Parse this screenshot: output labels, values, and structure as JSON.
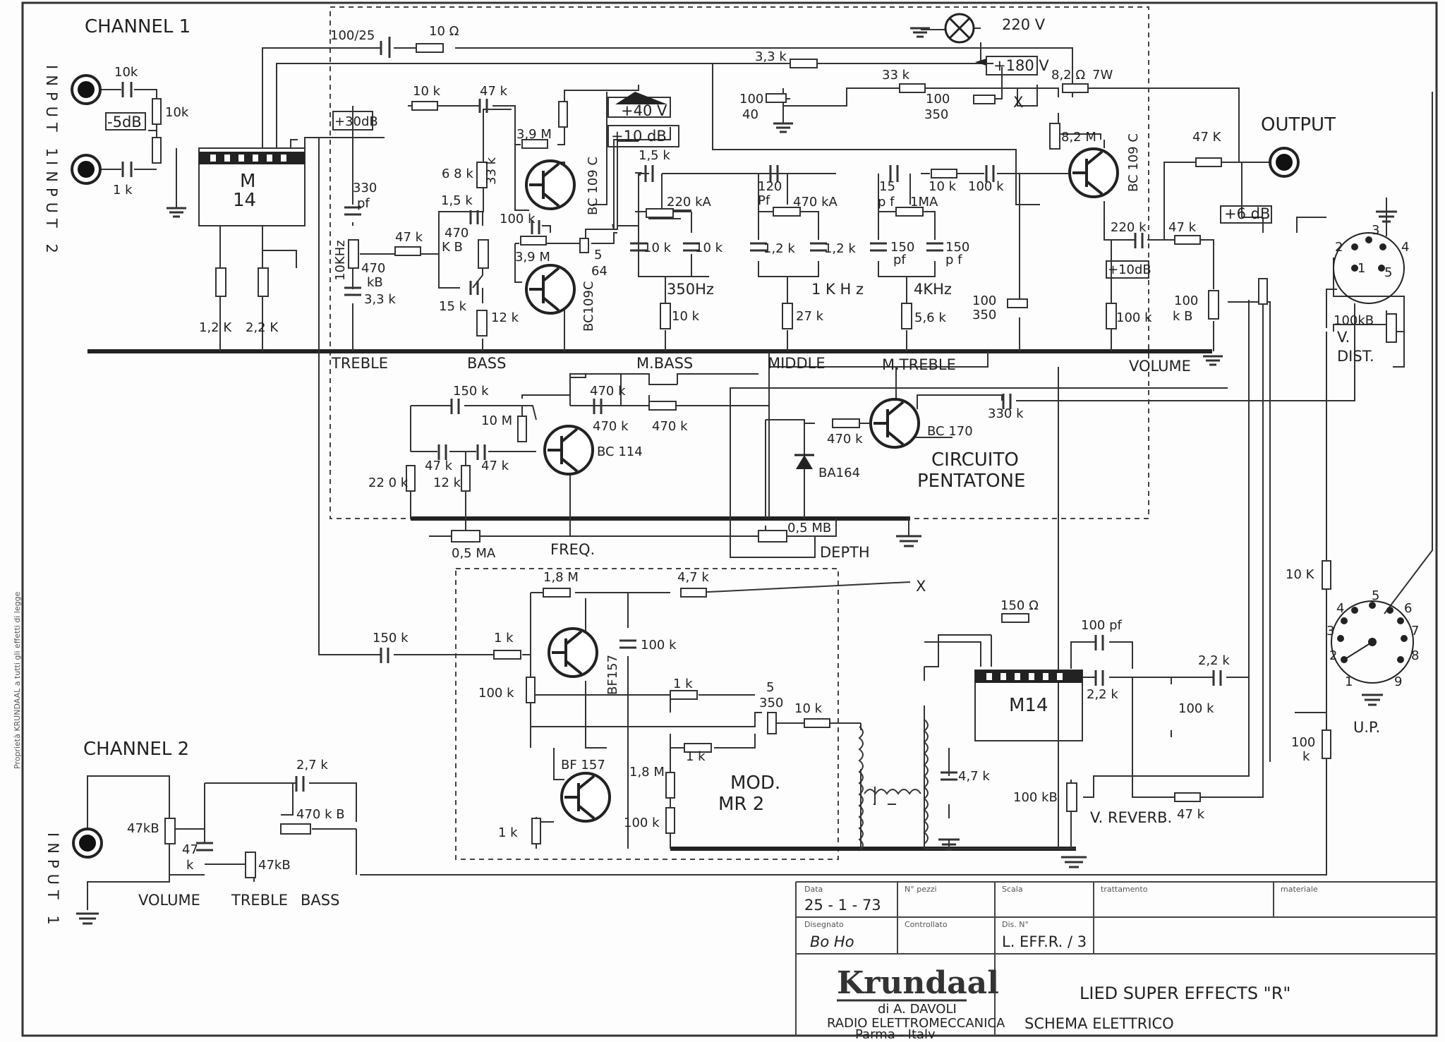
{
  "schematic": {
    "channel1": "CHANNEL 1",
    "channel2": "CHANNEL 2",
    "input1_label": "INPUT 1",
    "input2_label": "INPUT 2",
    "ch2_input_label": "INPUT 1",
    "output_label": "OUTPUT",
    "supply_220": "220 V",
    "supply_180": "+180 V",
    "supply_40": "+40 V",
    "gain_30db": "+30dB",
    "gain_minus5db": "-5dB",
    "gain_10db": "+10 dB",
    "gain_10db_b": "+10dB",
    "gain_6db": "+6 dB",
    "mixer_ic": [
      "M",
      "14"
    ],
    "reverb_ic": "M14",
    "pentatone_label": [
      "CIRCUITO",
      "PENTATONE"
    ],
    "module_label": [
      "MOD.",
      "MR 2"
    ],
    "up_label": "U.P.",
    "x_mark": "X",
    "controls_ch1": [
      "TREBLE",
      "BASS",
      "M.BASS",
      "MIDDLE",
      "M.TREBLE",
      "VOLUME"
    ],
    "controls_ch2": [
      "VOLUME",
      "TREBLE",
      "BASS"
    ],
    "control_v_dist": [
      "V.",
      "DIST."
    ],
    "control_v_reverb": "V. REVERB.",
    "control_freq": "FREQ.",
    "control_depth": "DEPTH",
    "transistors": [
      "BC 109 C",
      "BC109C",
      "BC 109 C",
      "BC 114",
      "BC 170",
      "BF157",
      "BF 157"
    ],
    "diode": "BA164",
    "freq_350": "350Hz",
    "freq_1k": "1 K H z",
    "freq_4k": "4KHz",
    "freq_10k": "10KHz",
    "din_pins_top": [
      "1",
      "2",
      "3",
      "4",
      "5"
    ],
    "din_pins_bottom": [
      "1",
      "2",
      "3",
      "4",
      "5",
      "6",
      "7",
      "8",
      "9"
    ],
    "components": {
      "c_10k_in": "10k",
      "r_10k_in": "10k",
      "c_1k_in": "1 k",
      "r_12k": "1,2 K",
      "r_22k": "2,2 K",
      "c_100_25": "100/25",
      "r_10ohm": "10 Ω",
      "r_33k_top": "3,3 k",
      "r_33k_b": "33 k",
      "c_100_40": [
        "100",
        "40"
      ],
      "c_100_350_top": [
        "100",
        "350"
      ],
      "r_82ohm": "8,2 Ω",
      "r_7w": "7W",
      "r_10k_fb": "10 k",
      "c_47k_fb": "47 k",
      "r_39m": "3,9 M",
      "c_330pf": [
        "330",
        "pf"
      ],
      "p_470kb": [
        "470",
        "kB"
      ],
      "c_33k_treble": "3,3 k",
      "r_47k_tone": "47 k",
      "r_68k": "6 8 k",
      "r_33k_v": "33 k",
      "c_15k": "1,5 k",
      "p_470kb_bass": [
        "470",
        "K B"
      ],
      "c_15k_b": "15 k",
      "r_12k_b": "12 k",
      "r_100k_fb": "100 k",
      "r_39m_b": "3,9 M",
      "c_5_64": [
        "5",
        "64"
      ],
      "c_15k_mb": "1,5 k",
      "p_220ka": "220 kA",
      "c_10k_a": "10 k",
      "c_10k_b": "10 k",
      "r_10k_mb": "10 k",
      "c_120pf": [
        "120",
        "Pf"
      ],
      "p_470ka": "470 kA",
      "c_12k_a": "1,2 k",
      "c_12k_b": "1,2 k",
      "r_27k": "27 k",
      "c_15pf": [
        "15",
        "p f"
      ],
      "p_1ma": "1MA",
      "r_10k_mt": "10 k",
      "c_100k_mt": "100 k",
      "c_150pf_a": [
        "150",
        "pf"
      ],
      "c_150pf_b": [
        "150",
        "p f"
      ],
      "r_56k": "5,6 k",
      "c_100_350_mid": [
        "100",
        "350"
      ],
      "r_82m": "8,2 M",
      "c_220k": "220 k",
      "r_47k_vol": "47 k",
      "r_100k_vol": "100 k",
      "p_100kb_vol": [
        "100",
        "k B"
      ],
      "r_47k_out": "47 K",
      "p_100kb_dist": "100kB",
      "c_150k_p": "150 k",
      "r_10m": "10 M",
      "c_470k_p": "470 k",
      "r_470k_p": "470 k",
      "r_470k_p2": "470 k",
      "c_47k_p1": "47 k",
      "c_47k_p2": "47 k",
      "r_12k_p": "12 k",
      "r_220k_p": "22 0 k",
      "r_470k_bc170": "470 k",
      "c_330k": "330 k",
      "p_05ma": "0,5 MA",
      "p_05mb": "0,5 MB",
      "c_150k_mod": "150 k",
      "r_18m": "1,8 M",
      "r_47k_mod": "4,7 k",
      "r_1k_mod": "1 k",
      "r_100k_mod": "100 k",
      "c_100k_mod": "100 k",
      "r_1k_mod2": "1 k",
      "c_5_350": [
        "5",
        "350"
      ],
      "r_10k_mod": "10 k",
      "r_1k_mod3": "1 k",
      "r_18m_b": "1,8 M",
      "r_1k_mod4": "1 k",
      "r_100k_mod2": "100 k",
      "r_150ohm": "150 Ω",
      "c_100pf": "100 pf",
      "c_22k_a": "2,2 k",
      "c_22k_b": "2,2 k",
      "r_100k_rev": "100 k",
      "c_47k_rev": "4,7 k",
      "p_100kb_rev": "100 kB",
      "r_47k_rev": "47 k",
      "r_10k_up": "10 K",
      "r_100k_up": [
        "100",
        "k"
      ],
      "ch2_c_27k": "2,7 k",
      "ch2_p_470kb": "470 k B",
      "ch2_p_47kb": "47kB",
      "ch2_c_47k": [
        "47",
        "k"
      ],
      "ch2_p_47kb_b": "47kB"
    }
  },
  "title_block": {
    "h_data": "Data",
    "h_pezzi": "N° pezzi",
    "h_scala": "Scala",
    "h_trattamento": "trattamento",
    "h_materiale": "materiale",
    "date": "25 - 1 -   73",
    "h_disegnato": "Disegnato",
    "h_controllato": "Controllato",
    "h_dis_n": "Dis. N°",
    "drawn_by": "Bo Ho",
    "drawing_no": "L. EFF.R. / 3",
    "brand": "Krundaal",
    "maker_line1": "di A. DAVOLI",
    "maker_line2": "RADIO ELETTROMECCANICA",
    "maker_line3": "Parma - Italy",
    "product": "LIED  SUPER EFFECTS \"R\"",
    "doc_type": "SCHEMA  ELETTRICO"
  },
  "side_note": "Proprietà KRUNDAAL a tutti gli effetti di legge"
}
